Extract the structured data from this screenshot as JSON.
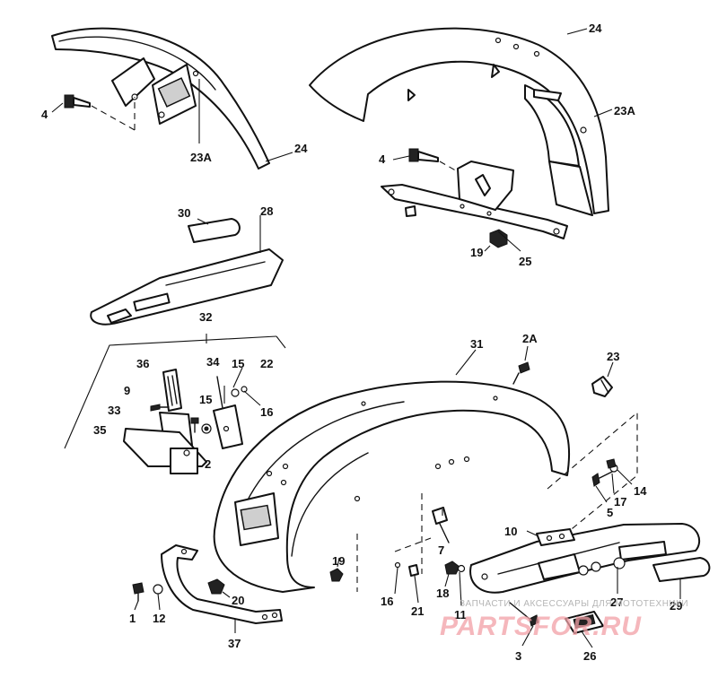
{
  "labels": {
    "l4a": "4",
    "l23a_left": "23A",
    "l24_left": "24",
    "l24_right": "24",
    "l23a_right": "23A",
    "l4b": "4",
    "l19a": "19",
    "l25": "25",
    "l30": "30",
    "l28": "28",
    "l32": "32",
    "l36": "36",
    "l34": "34",
    "l15a": "15",
    "l22": "22",
    "l9": "9",
    "l15b": "15",
    "l16a": "16",
    "l33": "33",
    "l35": "35",
    "l2": "2",
    "l31": "31",
    "l2a": "2A",
    "l23": "23",
    "l17": "17",
    "l14": "14",
    "l5": "5",
    "l10": "10",
    "l7": "7",
    "l27": "27",
    "l29": "29",
    "l19b": "19",
    "l16b": "16",
    "l21": "21",
    "l18": "18",
    "l11": "11",
    "l1": "1",
    "l12": "12",
    "l20": "20",
    "l37": "37",
    "l3": "3",
    "l26": "26"
  },
  "watermark": {
    "tagline": "ЗАПЧАСТИ И АКСЕССУАРЫ ДЛЯ МОТОТЕХНИКИ",
    "brand": "PARTSFOR.RU"
  },
  "colors": {
    "ink": "#111111",
    "watermark": "#f2a0a6"
  }
}
